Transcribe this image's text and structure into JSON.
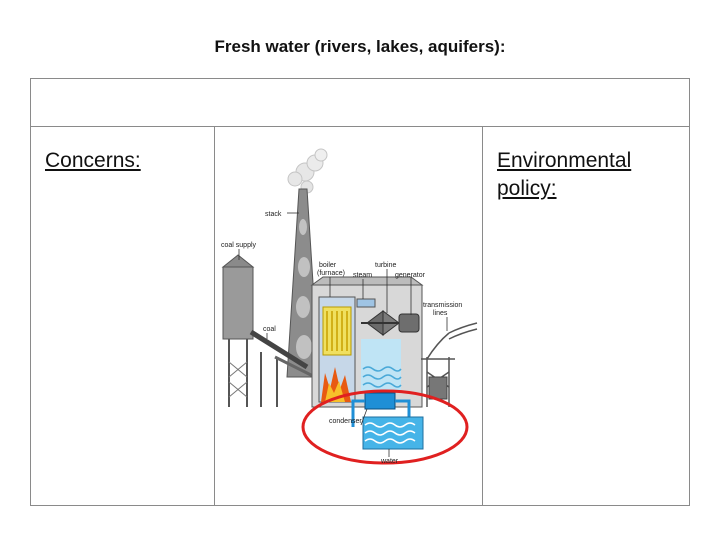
{
  "page": {
    "title": "Fresh water (rivers, lakes, aquifers):"
  },
  "table": {
    "top_row_text": "",
    "concerns_heading": "Concerns:",
    "policy_heading": "Environmental policy:"
  },
  "diagram": {
    "labels": {
      "stack": "stack",
      "coal_supply": "coal supply",
      "coal": "coal",
      "boiler_line1": "boiler",
      "boiler_line2": "(furnace)",
      "steam": "steam",
      "turbine": "turbine",
      "generator": "generator",
      "transmission_line1": "transmission",
      "transmission_line2": "lines",
      "condenser": "condenser",
      "water": "water"
    },
    "highlight_color": "#e02020"
  }
}
